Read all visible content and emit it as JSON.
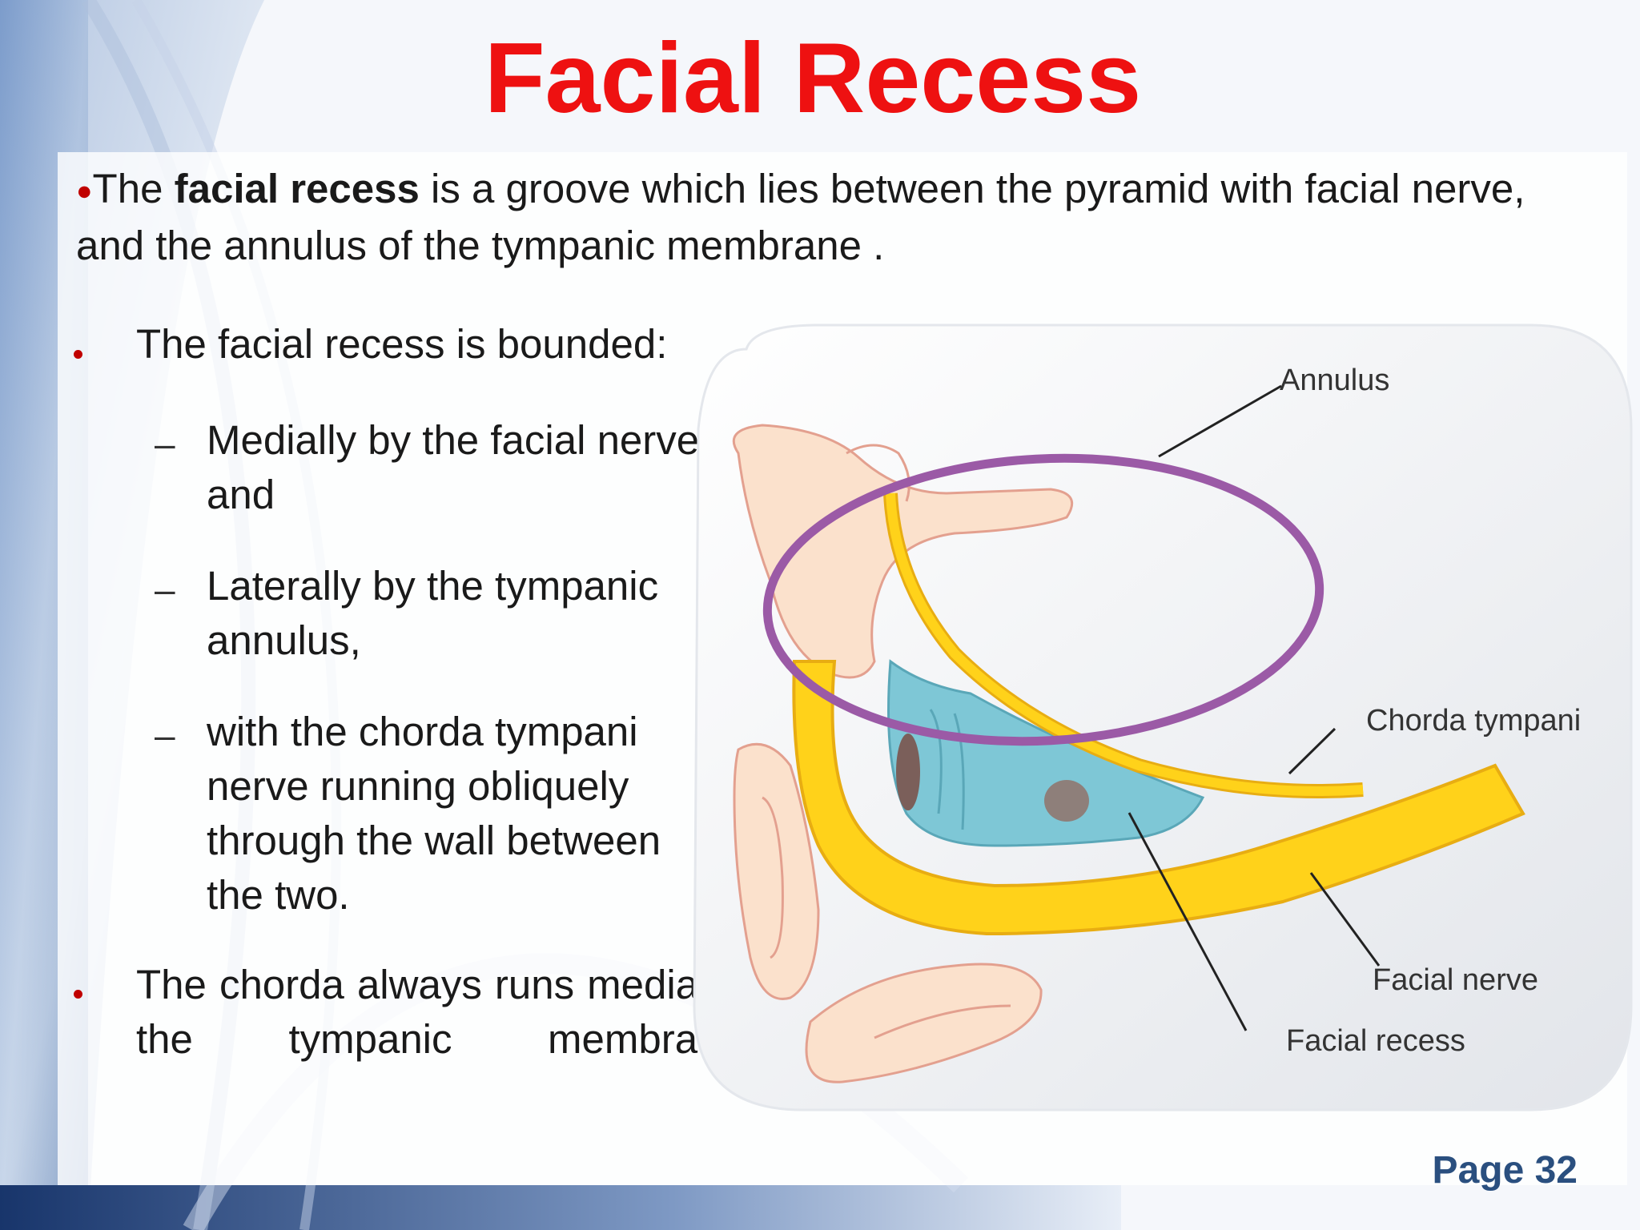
{
  "slide": {
    "title": "Facial Recess",
    "page_label": "Page 32"
  },
  "intro": {
    "prefix": "The ",
    "bold": "facial recess",
    "rest": " is a groove which lies between the pyramid with facial nerve, and the annulus of the tympanic membrane ."
  },
  "bullets": [
    {
      "text": "The facial recess is bounded:"
    },
    {
      "text": "The chorda always runs medial to the tympanic membrane."
    }
  ],
  "subbullets": [
    {
      "text": "Medially by the facial nerve and"
    },
    {
      "text": "Laterally by the tympanic annulus,"
    },
    {
      "text": "with the chorda tympani nerve running obliquely through the wall between the two."
    }
  ],
  "figure": {
    "labels": {
      "annulus": "Annulus",
      "chorda_tympani": "Chorda tympani",
      "facial_nerve": "Facial nerve",
      "facial_recess": "Facial recess"
    }
  },
  "colors": {
    "title": "#ee1111",
    "bullet": "#c00000",
    "page_label": "#2a4f7f",
    "annulus": "#9b5aa6",
    "nerve": "#ffd21a",
    "recess": "#7ec7d6"
  }
}
